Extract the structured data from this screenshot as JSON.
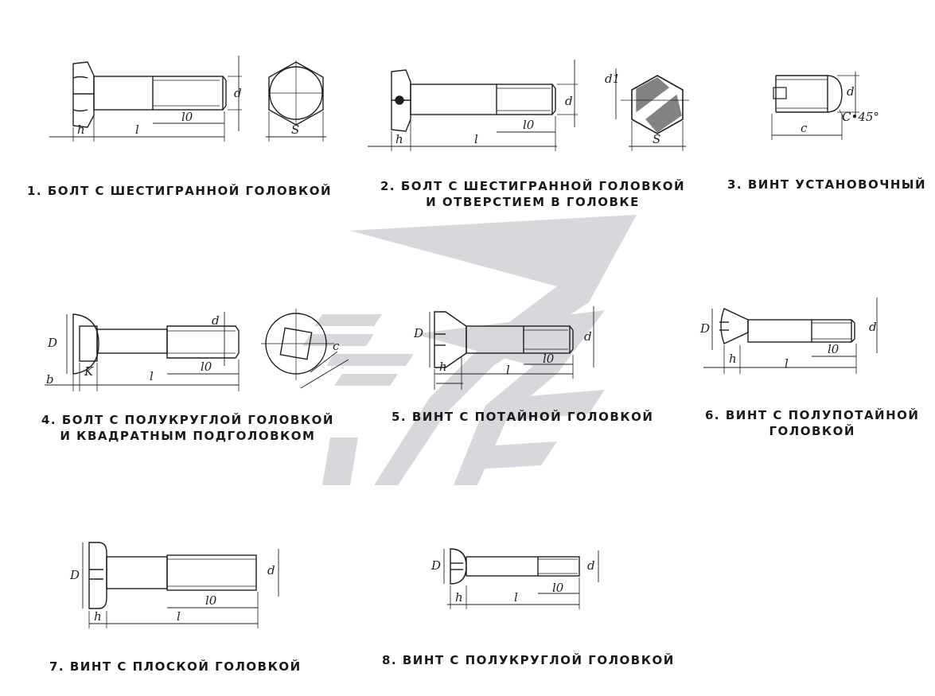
{
  "colors": {
    "ink": "#1e1e1e",
    "watermark": "#c9cbd0"
  },
  "captions": [
    {
      "id": "c1",
      "lines": [
        "1. БОЛТ С ШЕСТИГРАННОЙ ГОЛОВКОЙ"
      ]
    },
    {
      "id": "c2",
      "lines": [
        "2. БОЛТ С ШЕСТИГРАННОЙ ГОЛОВКОЙ",
        "И ОТВЕРСТИЕМ В ГОЛОВКЕ"
      ]
    },
    {
      "id": "c3",
      "lines": [
        "3. ВИНТ УСТАНОВОЧНЫЙ"
      ]
    },
    {
      "id": "c4",
      "lines": [
        "4. БОЛТ С ПОЛУКРУГЛОЙ ГОЛОВКОЙ",
        "И КВАДРАТНЫМ ПОДГОЛОВКОМ"
      ]
    },
    {
      "id": "c5",
      "lines": [
        "5. ВИНТ С ПОТАЙНОЙ ГОЛОВКОЙ"
      ]
    },
    {
      "id": "c6",
      "lines": [
        "6. ВИНТ С ПОЛУПОТАЙНОЙ",
        "ГОЛОВКОЙ"
      ]
    },
    {
      "id": "c7",
      "lines": [
        "7. ВИНТ С ПЛОСКОЙ ГОЛОВКОЙ"
      ]
    },
    {
      "id": "c8",
      "lines": [
        "8. ВИНТ С ПОЛУКРУГЛОЙ ГОЛОВКОЙ"
      ]
    }
  ],
  "dim_labels": {
    "h": "h",
    "l": "l",
    "l0": "l0",
    "d": "d",
    "S": "S",
    "D": "D",
    "b": "b",
    "K": "K",
    "c": "c",
    "chamfer": "C•45°",
    "d1": "d1"
  }
}
